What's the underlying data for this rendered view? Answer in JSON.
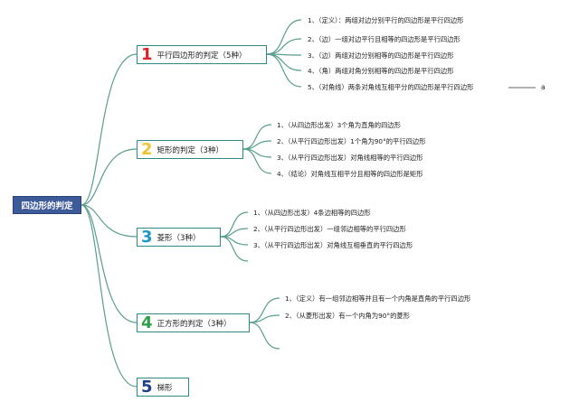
{
  "root": {
    "label": "四边形的判定"
  },
  "colors": {
    "root_bg": "#3d5a99",
    "link": "#5a9e8f",
    "num1": "#d6262b",
    "num2": "#f2c230",
    "num3": "#1f97c9",
    "num4": "#2ea04a",
    "num5": "#1f3f88"
  },
  "branches": [
    {
      "num": "1",
      "label": "平行四边形的判定（5种）",
      "items": [
        "1、（定义）：两组对边分别平行的四边形是平行四边形",
        "2、（边）一组对边平行且相等的四边形是平行四边形",
        "3、（边）两组对边分别相等的四边形是平行四边形",
        "4、（角）两组对角分别相等的四边形是平行四边形",
        "5、（对角线）两条对角线互相平分的四边形是平行四边形"
      ],
      "trailing_label": "a"
    },
    {
      "num": "2",
      "label": "矩形的判定（3种）",
      "items": [
        "1、（从四边形出发）3个角为直角的四边形",
        "2、（从平行四边形出发）1个角为90°的平行四边形",
        "3、（从平行四边形出发）对角线相等的平行四边形",
        "4、（结论）对角线互相平分且相等的四边形是矩形"
      ]
    },
    {
      "num": "3",
      "label": "菱形（3种）",
      "items": [
        "1、（从四边形出发）4条边相等的四边形",
        "2、（从平行四边形出发）一组邻边相等的平行四边形",
        "3、（从平行四边形出发）对角线互相垂直的平行四边形"
      ]
    },
    {
      "num": "4",
      "label": "正方形的判定（3种）",
      "items": [
        "1、（定义）有一组邻边相等并且有一个内角是直角的平行四边形",
        "2、（从菱形出发）有一个内角为90°的菱形"
      ]
    },
    {
      "num": "5",
      "label": "梯形",
      "items": []
    }
  ]
}
